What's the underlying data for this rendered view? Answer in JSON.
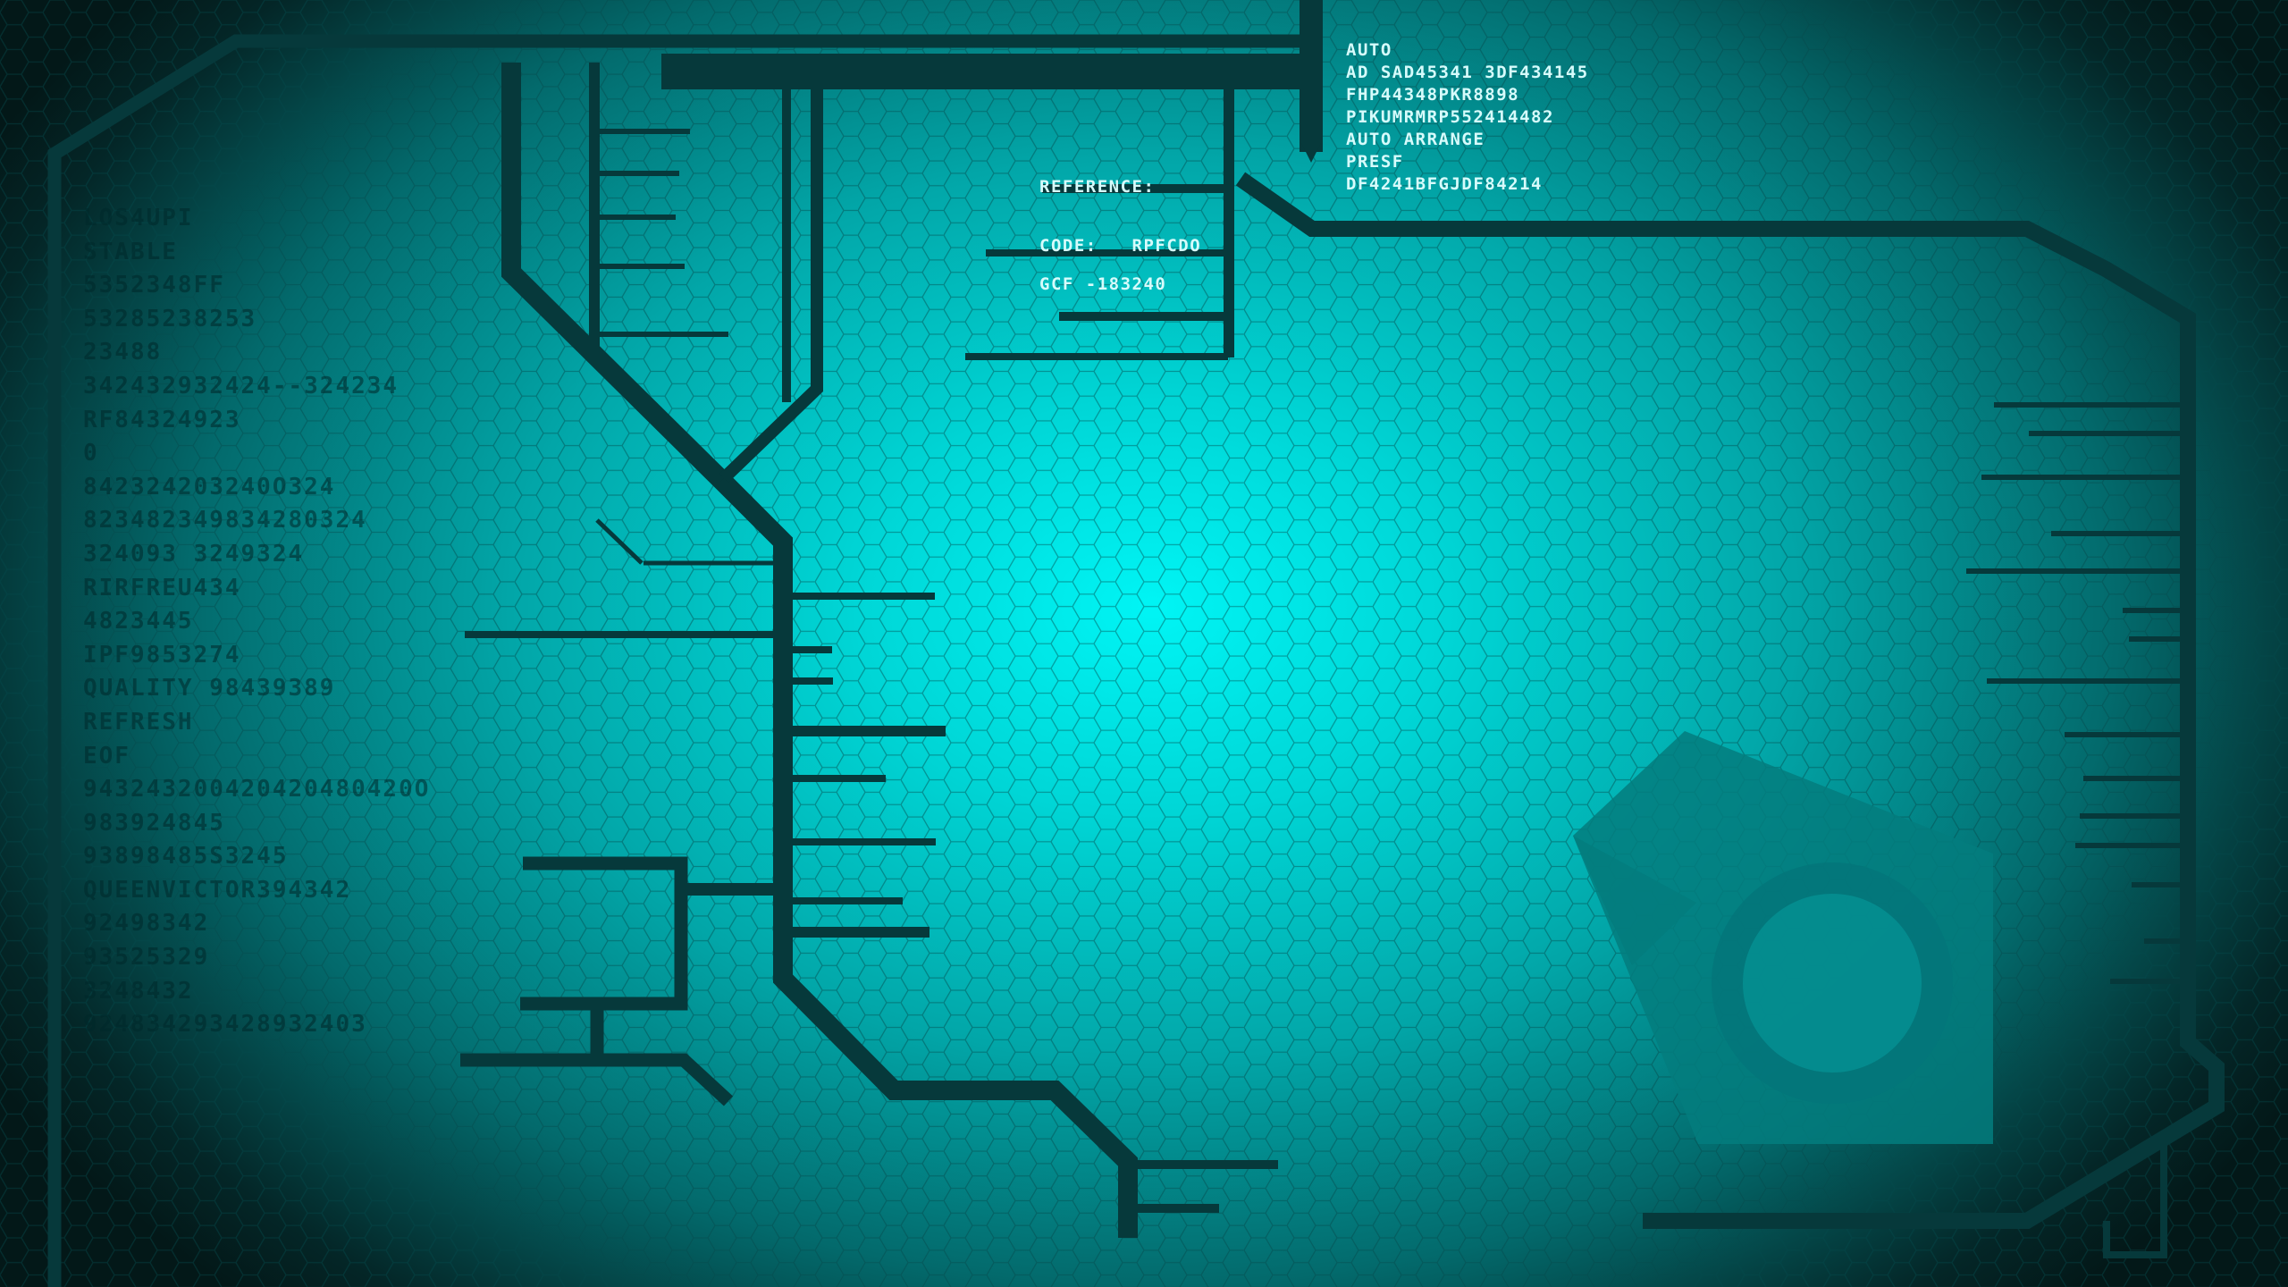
{
  "theme": {
    "accent": "#00e8e8",
    "line_color": "#06393b",
    "text_color": "#d6fbfb",
    "emblem": "half-life-lambda-emblem"
  },
  "left_column": [
    "LOS4UPI",
    "STABLE",
    "5352348FF",
    "53285238253",
    "23488",
    "342432932424--324234",
    "RF84324923",
    "0",
    "842324203240O324",
    "823482349834280324",
    "324093 3249324",
    "RIRFREU434",
    "4823445",
    "IPF9853274",
    "QUALITY 98439389",
    "REFRESH",
    "EOF",
    "943243200420420480420O",
    "983924845",
    "93898485S3245",
    "QUEENVICTOR394342",
    "92498342",
    "93525329",
    "3248432",
    "924834293428932403"
  ],
  "reference": {
    "line1": "REFERENCE:",
    "line2": "CODE:   RPFCDO"
  },
  "gcf": "GCF -183240",
  "top_right": [
    "AUTO",
    "AD SAD45341 3DF434145",
    "FHP44348PKR8898",
    "PIKUMRMRP552414482",
    "AUTO ARRANGE",
    "PRESF",
    "DF4241BFGJDF84214"
  ]
}
